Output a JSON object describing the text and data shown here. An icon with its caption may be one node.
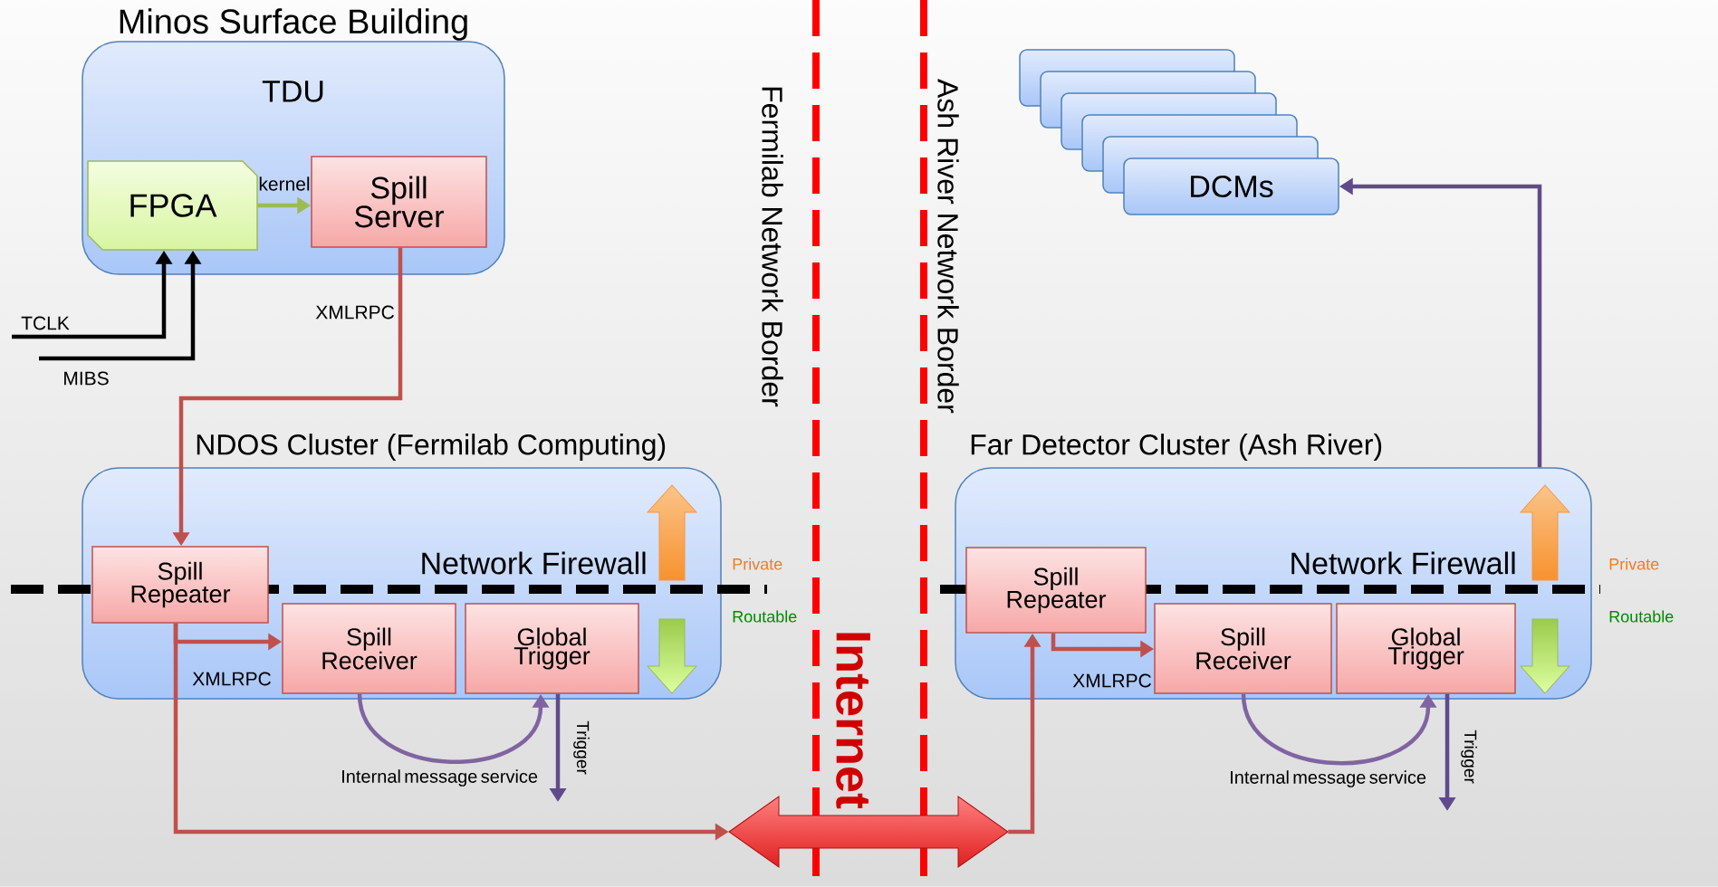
{
  "diagram": {
    "nodes": [
      {
        "text": [
          "Minos Surface Building",
          "TDU"
        ]
      },
      {
        "text": [
          "FPGA"
        ],
        "in": 0
      },
      {
        "text": [
          "Spill Server"
        ],
        "in": 0
      },
      {
        "text": [
          "NDOS Cluster (Fermilab Computing)"
        ]
      },
      {
        "text": [
          "Spill Repeater"
        ],
        "in": 3
      },
      {
        "text": [
          "Spill Receiver"
        ],
        "in": 3
      },
      {
        "text": [
          "Global Trigger"
        ],
        "in": 3
      },
      {
        "text": [
          "Far Detector Cluster (Ash River)"
        ]
      },
      {
        "text": [
          "Spill Repeater"
        ],
        "in": 7
      },
      {
        "text": [
          "Spill Receiver"
        ],
        "in": 7
      },
      {
        "text": [
          "Global Trigger"
        ],
        "in": 7
      },
      {
        "text": [],
        "shape": "box"
      },
      {
        "text": [],
        "shape": "box"
      },
      {
        "text": [],
        "shape": "box"
      },
      {
        "text": [],
        "shape": "box"
      },
      {
        "text": [],
        "shape": "box"
      },
      {
        "text": [
          "DCMs"
        ]
      },
      {
        "text": [
          "Internet"
        ]
      }
    ],
    "edges": [
      {
        "from": 1,
        "to": 2,
        "arrow": "to",
        "label": "kernel",
        "color": "#9bbb59"
      },
      {
        "from": null,
        "to": 1,
        "arrow": "to",
        "label": "TCLK",
        "color": "#000000"
      },
      {
        "from": null,
        "to": 1,
        "arrow": "to",
        "label": "MIBS",
        "color": "#000000"
      },
      {
        "from": 2,
        "to": 4,
        "arrow": "to",
        "label": "XMLRPC"
      },
      {
        "from": 4,
        "to": 5,
        "arrow": "to",
        "label": "XMLRPC"
      },
      {
        "from": 4,
        "to": 17,
        "arrow": "to"
      },
      {
        "from": 17,
        "to": 8,
        "arrow": "to"
      },
      {
        "from": 8,
        "to": 9,
        "arrow": "to",
        "label": "XMLRPC"
      },
      {
        "from": 5,
        "to": 6,
        "arrow": "to",
        "label": "Internal message service",
        "color": "#8064a2"
      },
      {
        "from": 6,
        "to": null,
        "arrow": "to",
        "label": "Trigger",
        "color": "#5f4b8b"
      },
      {
        "from": 9,
        "to": 10,
        "arrow": "to",
        "label": "Internal message service",
        "color": "#8064a2"
      },
      {
        "from": 10,
        "to": null,
        "arrow": "to",
        "label": "Trigger",
        "color": "#5f4b8b"
      },
      {
        "from": 7,
        "to": 16,
        "arrow": "to",
        "color": "#5f4b8b"
      }
    ],
    "labels": [
      "Fermilab Network Border",
      "Ash River Network Border",
      "Network Firewall",
      "Private",
      "Routable",
      "Network Firewall",
      "Private",
      "Routable"
    ]
  }
}
